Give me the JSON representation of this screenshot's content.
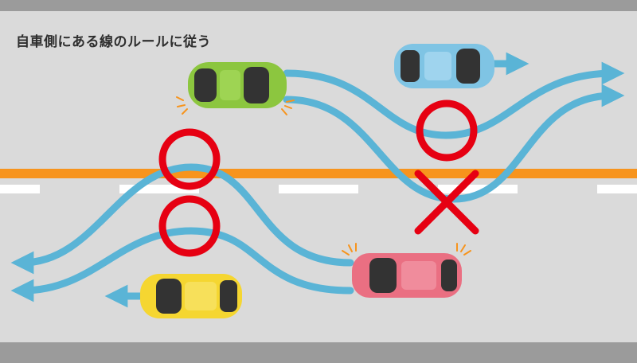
{
  "caption": "自車側にある線のルールに従う",
  "colors": {
    "road": "#dadada",
    "shoulder": "#9b9b9b",
    "center_line": "#f7941d",
    "lane_dash": "#ffffff",
    "path": "#5ab4d6",
    "ok_mark": "#e60012",
    "ng_mark": "#e60012",
    "car_green": "#8cc63f",
    "car_blue": "#7fc4e4",
    "car_red": "#ea6f82",
    "car_yellow": "#f5d631"
  },
  "marks": {
    "allowed_count": 3,
    "prohibited_count": 1
  }
}
